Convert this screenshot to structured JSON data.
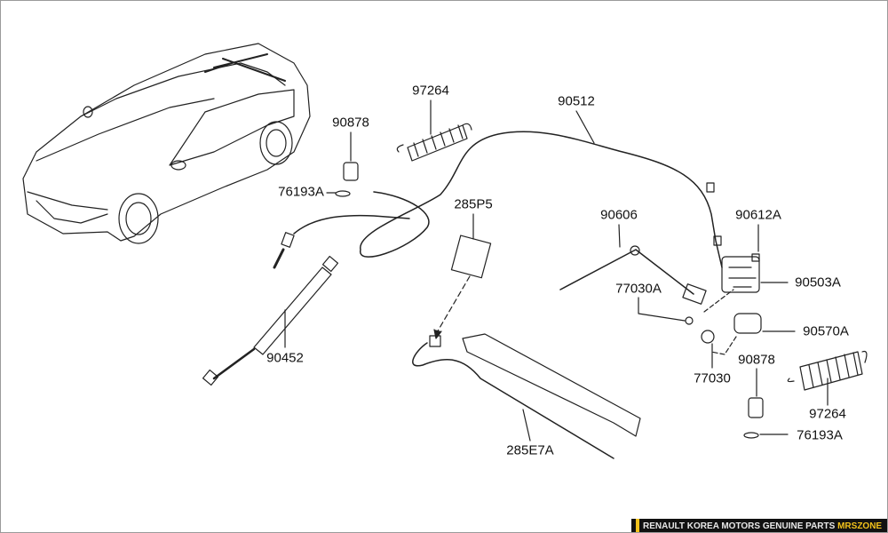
{
  "parts": [
    {
      "id": "97264-top",
      "label": "97264"
    },
    {
      "id": "90512",
      "label": "90512"
    },
    {
      "id": "90878-top",
      "label": "90878"
    },
    {
      "id": "76193A-top",
      "label": "76193A"
    },
    {
      "id": "285P5",
      "label": "285P5"
    },
    {
      "id": "90606",
      "label": "90606"
    },
    {
      "id": "90612A",
      "label": "90612A"
    },
    {
      "id": "77030A",
      "label": "77030A"
    },
    {
      "id": "90503A",
      "label": "90503A"
    },
    {
      "id": "90570A",
      "label": "90570A"
    },
    {
      "id": "90452",
      "label": "90452"
    },
    {
      "id": "90878-bottom",
      "label": "90878"
    },
    {
      "id": "77030",
      "label": "77030"
    },
    {
      "id": "97264-bottom",
      "label": "97264"
    },
    {
      "id": "76193A-bottom",
      "label": "76193A"
    },
    {
      "id": "285E7A",
      "label": "285E7A"
    }
  ],
  "footer": {
    "text": "RENAULT KOREA MOTORS GENUINE PARTS ",
    "brand": "MRSZONE",
    "accent": "#f2c21b"
  }
}
